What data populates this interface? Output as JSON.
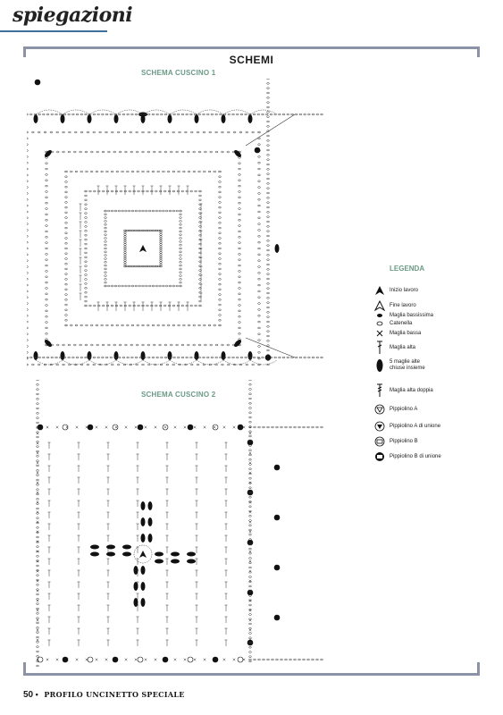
{
  "header": {
    "title": "spiegazioni"
  },
  "section": {
    "title": "SCHEMI"
  },
  "schema1": {
    "title": "SCHEMA CUSCINO 1"
  },
  "schema2": {
    "title": "SCHEMA CUSCINO 2"
  },
  "legend": {
    "title": "LEGENDA",
    "items": [
      {
        "icon": "start-arrow-icon",
        "label": "Inizio lavoro"
      },
      {
        "icon": "end-arrow-icon",
        "label": "Fine lavoro"
      },
      {
        "icon": "slip-stitch-icon",
        "label": "Maglia bassissima"
      },
      {
        "icon": "chain-icon",
        "label": "Catenella"
      },
      {
        "icon": "single-crochet-icon",
        "label": "Maglia bassa"
      },
      {
        "icon": "double-crochet-icon",
        "label": "Maglia alta"
      },
      {
        "icon": "cluster-icon",
        "label": "5 maglie alte chiuse insieme"
      },
      {
        "icon": "treble-crochet-icon",
        "label": "Maglia alta doppia"
      },
      {
        "icon": "picot-a-icon",
        "label": "Pippiolino A"
      },
      {
        "icon": "picot-a-join-icon",
        "label": "Pippiolino A di unione"
      },
      {
        "icon": "picot-b-icon",
        "label": "Pippiolino B"
      },
      {
        "icon": "picot-b-join-icon",
        "label": "Pippiolino B di unione"
      }
    ]
  },
  "footer": {
    "page": "50",
    "separator": "•",
    "magazine": "PROFILO UNCINETTO SPECIALE"
  }
}
